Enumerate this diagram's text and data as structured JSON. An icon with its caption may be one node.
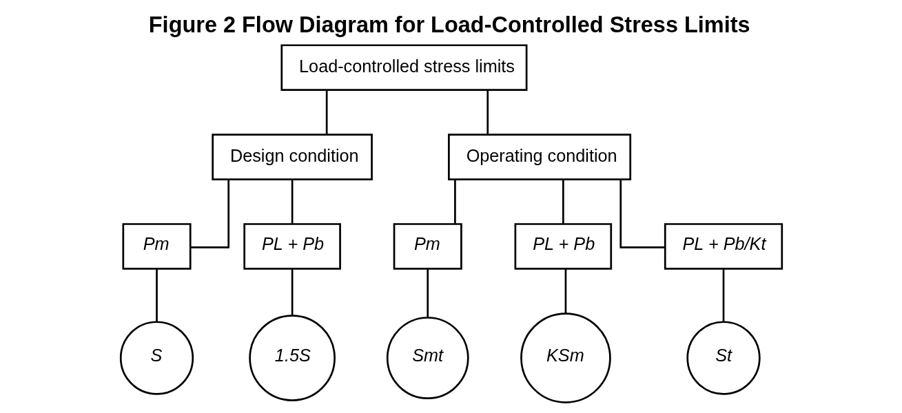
{
  "diagram": {
    "title": "Figure 2 Flow Diagram for Load-Controlled Stress Limits",
    "nodes": [
      {
        "text": [
          "Load-controlled stress limits"
        ]
      },
      {
        "text": [
          "Design condition"
        ]
      },
      {
        "text": [
          "Operating condition"
        ]
      },
      {
        "text": [
          "Pm"
        ]
      },
      {
        "text": [
          "PL + Pb"
        ]
      },
      {
        "text": [
          "Pm"
        ]
      },
      {
        "text": [
          "PL + Pb"
        ]
      },
      {
        "text": [
          "PL + Pb/Kt"
        ]
      },
      {
        "text": [
          "S"
        ]
      },
      {
        "text": [
          "1.5S"
        ]
      },
      {
        "text": [
          "Smt"
        ]
      },
      {
        "text": [
          "KSm"
        ]
      },
      {
        "text": [
          "St"
        ]
      }
    ],
    "edges": [
      {
        "from": 0,
        "to": 1,
        "arrow": "none"
      },
      {
        "from": 0,
        "to": 2,
        "arrow": "none"
      },
      {
        "from": 1,
        "to": 3,
        "arrow": "none"
      },
      {
        "from": 1,
        "to": 4,
        "arrow": "none"
      },
      {
        "from": 2,
        "to": 5,
        "arrow": "none"
      },
      {
        "from": 2,
        "to": 6,
        "arrow": "none"
      },
      {
        "from": 2,
        "to": 7,
        "arrow": "none"
      },
      {
        "from": 3,
        "to": 8,
        "arrow": "none"
      },
      {
        "from": 4,
        "to": 9,
        "arrow": "none"
      },
      {
        "from": 5,
        "to": 10,
        "arrow": "none"
      },
      {
        "from": 6,
        "to": 11,
        "arrow": "none"
      },
      {
        "from": 7,
        "to": 12,
        "arrow": "none"
      }
    ]
  }
}
